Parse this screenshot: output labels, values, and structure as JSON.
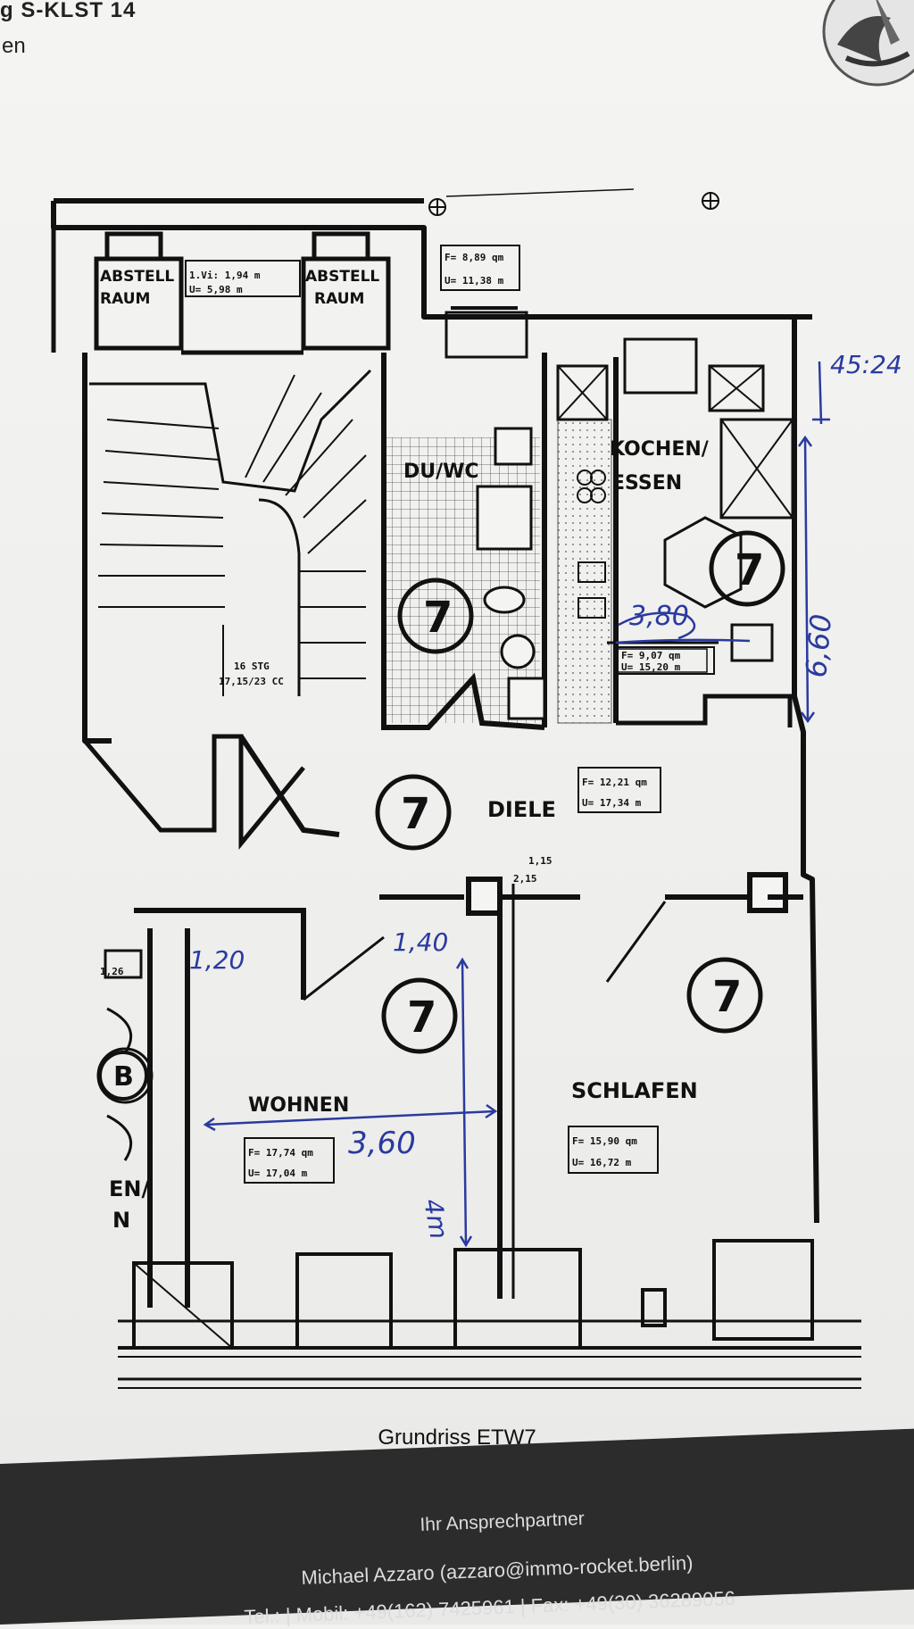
{
  "header": {
    "line1": "g S-KLST 14",
    "line2": "en"
  },
  "plan": {
    "rooms": {
      "abstell_left_line1": "ABSTELL",
      "abstell_left_line2": "RAUM",
      "abstell_right_line1": "ABSTELL",
      "abstell_right_line2": "RAUM",
      "du_wc": "DU/WC",
      "kochen_line1": "KOCHEN/",
      "kochen_line2": "ESSEN",
      "diele": "DIELE",
      "wohnen": "WOHNEN",
      "schlafen": "SCHLAFEN",
      "bottom_left_line1": "EN/",
      "bottom_left_line2": "N"
    },
    "area_boxes": {
      "top_line1": "F= 8,89 qm",
      "top_line2": "U= 11,38 m",
      "stair_line1": "1.Vi: 1,94 m",
      "stair_line2": "U= 5,98 m",
      "stair_hall_line1": "16 STG",
      "stair_hall_line2": "17,15/23 CC",
      "kochen_line1": "F= 9,07 qm",
      "kochen_line2": "U= 15,20 m",
      "diele_line1": "F= 12,21 qm",
      "diele_line2": "U= 17,34 m",
      "wohnen_line1": "F= 17,74 qm",
      "wohnen_line2": "U= 17,04 m",
      "schlafen_line1": "F= 15,90 qm",
      "schlafen_line2": "U= 16,72 m",
      "small_1": "1,15",
      "small_2": "2,15",
      "small_3": "1,26"
    },
    "badge_number": "7",
    "handwritten": {
      "top_right": "45:24",
      "kitchen": "3,80",
      "height": "6,60",
      "width_left": "1,20",
      "width_mid": "1,40",
      "wohnen_width": "3,60",
      "wohnen_depth": "4m",
      "b_label": "B"
    }
  },
  "caption": "Grundriss ETW7",
  "footer": {
    "title": "Ihr Ansprechpartner",
    "contact": "Michael Azzaro (azzaro@immo-rocket.berlin)",
    "phones": "Tel.:  | Mobil: +49(162) 7425961 | Fax: +49(30) 36289056"
  },
  "colors": {
    "ink": "#111111",
    "pen": "#2a3aa0",
    "footer_bg": "#2c2c2c",
    "paper": "#f1f1ef"
  }
}
